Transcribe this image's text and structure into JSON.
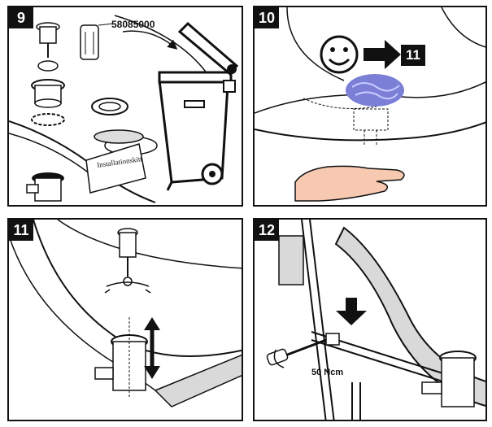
{
  "panels": [
    {
      "step": "9",
      "part_number": "58085000",
      "kit_label": "Installationskitt"
    },
    {
      "step": "10",
      "next_step": "11"
    },
    {
      "step": "11"
    },
    {
      "step": "12",
      "torque": "50 Ncm"
    }
  ],
  "colors": {
    "water": "#7b7fd6",
    "skin": "#f7c9b0",
    "line": "#111111",
    "shade": "#d9d9d9"
  }
}
